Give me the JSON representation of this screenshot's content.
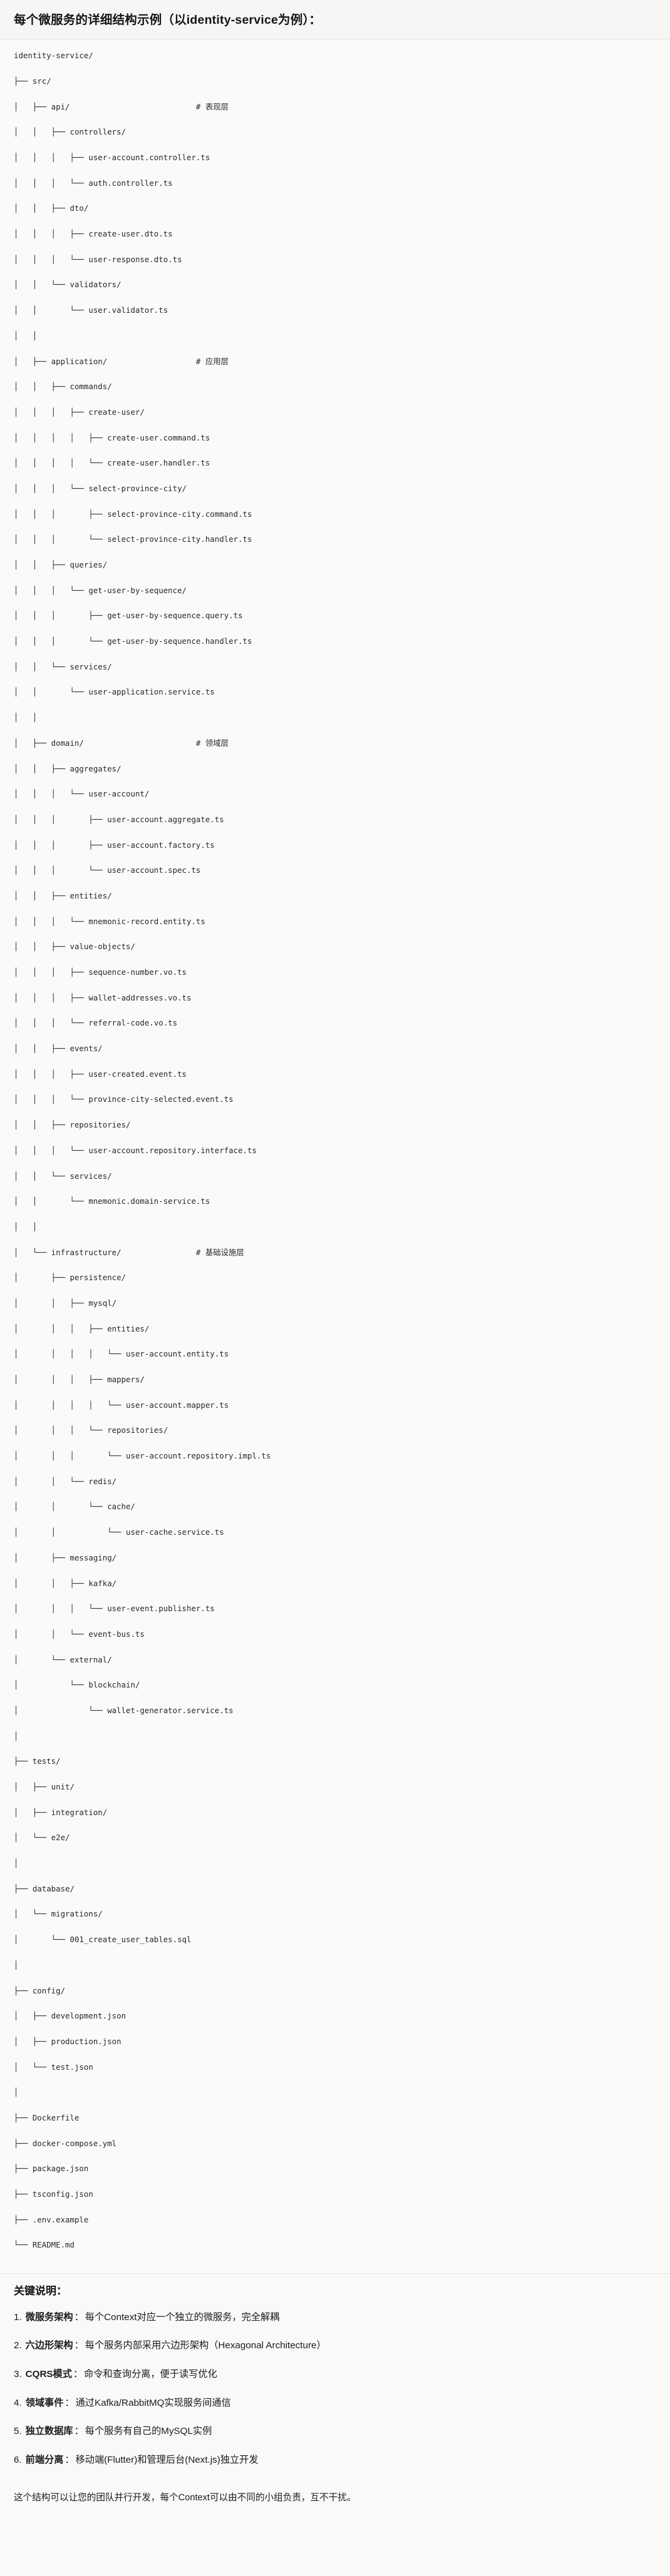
{
  "heading": {
    "title": "每个微服务的详细结构示例（以identity-service为例）："
  },
  "tree": {
    "root": "identity-service/",
    "lines": [
      "identity-service/",
      "├── src/",
      "│   ├── api/                           # 表现层",
      "│   │   ├── controllers/",
      "│   │   │   ├── user-account.controller.ts",
      "│   │   │   └── auth.controller.ts",
      "│   │   ├── dto/",
      "│   │   │   ├── create-user.dto.ts",
      "│   │   │   └── user-response.dto.ts",
      "│   │   └── validators/",
      "│   │       └── user.validator.ts",
      "│   │",
      "│   ├── application/                   # 应用层",
      "│   │   ├── commands/",
      "│   │   │   ├── create-user/",
      "│   │   │   │   ├── create-user.command.ts",
      "│   │   │   │   └── create-user.handler.ts",
      "│   │   │   └── select-province-city/",
      "│   │   │       ├── select-province-city.command.ts",
      "│   │   │       └── select-province-city.handler.ts",
      "│   │   ├── queries/",
      "│   │   │   └── get-user-by-sequence/",
      "│   │   │       ├── get-user-by-sequence.query.ts",
      "│   │   │       └── get-user-by-sequence.handler.ts",
      "│   │   └── services/",
      "│   │       └── user-application.service.ts",
      "│   │",
      "│   ├── domain/                        # 领域层",
      "│   │   ├── aggregates/",
      "│   │   │   └── user-account/",
      "│   │   │       ├── user-account.aggregate.ts",
      "│   │   │       ├── user-account.factory.ts",
      "│   │   │       └── user-account.spec.ts",
      "│   │   ├── entities/",
      "│   │   │   └── mnemonic-record.entity.ts",
      "│   │   ├── value-objects/",
      "│   │   │   ├── sequence-number.vo.ts",
      "│   │   │   ├── wallet-addresses.vo.ts",
      "│   │   │   └── referral-code.vo.ts",
      "│   │   ├── events/",
      "│   │   │   ├── user-created.event.ts",
      "│   │   │   └── province-city-selected.event.ts",
      "│   │   ├── repositories/",
      "│   │   │   └── user-account.repository.interface.ts",
      "│   │   └── services/",
      "│   │       └── mnemonic.domain-service.ts",
      "│   │",
      "│   └── infrastructure/                # 基础设施层",
      "│       ├── persistence/",
      "│       │   ├── mysql/",
      "│       │   │   ├── entities/",
      "│       │   │   │   └── user-account.entity.ts",
      "│       │   │   ├── mappers/",
      "│       │   │   │   └── user-account.mapper.ts",
      "│       │   │   └── repositories/",
      "│       │   │       └── user-account.repository.impl.ts",
      "│       │   └── redis/",
      "│       │       └── cache/",
      "│       │           └── user-cache.service.ts",
      "│       ├── messaging/",
      "│       │   ├── kafka/",
      "│       │   │   └── user-event.publisher.ts",
      "│       │   └── event-bus.ts",
      "│       └── external/",
      "│           └── blockchain/",
      "│               └── wallet-generator.service.ts",
      "│",
      "├── tests/",
      "│   ├── unit/",
      "│   ├── integration/",
      "│   └── e2e/",
      "│",
      "├── database/",
      "│   └── migrations/",
      "│       └── 001_create_user_tables.sql",
      "│",
      "├── config/",
      "│   ├── development.json",
      "│   ├── production.json",
      "│   └── test.json",
      "│",
      "├── Dockerfile",
      "├── docker-compose.yml",
      "├── package.json",
      "├── tsconfig.json",
      "├── .env.example",
      "└── README.md"
    ]
  },
  "notes": {
    "title": "关键说明：",
    "items": [
      {
        "index": "1.",
        "label": "微服务架构",
        "sep": "：",
        "text": "每个Context对应一个独立的微服务，完全解耦"
      },
      {
        "index": "2.",
        "label": "六边形架构",
        "sep": "：",
        "text": "每个服务内部采用六边形架构（Hexagonal Architecture）"
      },
      {
        "index": "3.",
        "label": "CQRS模式",
        "sep": "：",
        "text": "命令和查询分离，便于读写优化"
      },
      {
        "index": "4.",
        "label": "领域事件",
        "sep": "：",
        "text": "通过Kafka/RabbitMQ实现服务间通信"
      },
      {
        "index": "5.",
        "label": "独立数据库",
        "sep": "：",
        "text": "每个服务有自己的MySQL实例"
      },
      {
        "index": "6.",
        "label": "前端分离",
        "sep": "：",
        "text": "移动端(Flutter)和管理后台(Next.js)独立开发"
      }
    ]
  },
  "footer": {
    "note": "这个结构可以让您的团队并行开发，每个Context可以由不同的小组负责，互不干扰。"
  },
  "colors": {
    "page_bg": "#faf9f7",
    "code_bg": "#fbfaf9",
    "text": "#1a1a1a",
    "code_text": "#24292e",
    "divider": "#e3e1de"
  }
}
